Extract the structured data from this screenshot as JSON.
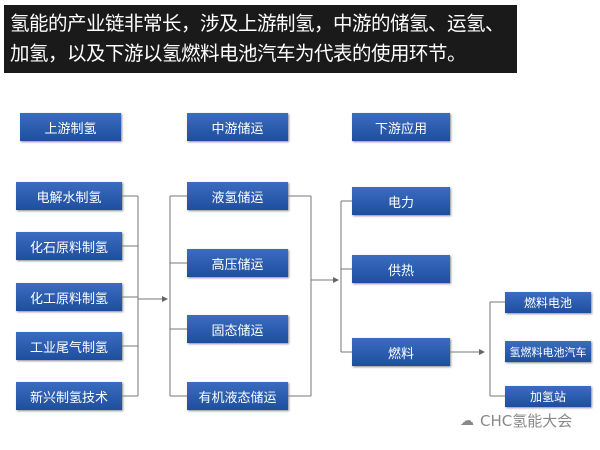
{
  "banner": {
    "line1": "氢能的产业链非常长，涉及上游制氢，中游的储氢、运氢、",
    "line2": "加氢，以及下游以氢燃料电池汽车为代表的使用环节。"
  },
  "headers": {
    "upstream": "上游制氢",
    "midstream": "中游储运",
    "downstream": "下游应用"
  },
  "upstream": [
    "电解水制氢",
    "化石原料制氢",
    "化工原料制氢",
    "工业尾气制氢",
    "新兴制氢技术"
  ],
  "midstream": [
    "液氢储运",
    "高压储运",
    "固态储运",
    "有机液态储运"
  ],
  "downstream": [
    "电力",
    "供热",
    "燃料"
  ],
  "fuel": [
    "燃料电池",
    "氢燃料电池汽车",
    "加氢站"
  ],
  "watermark": "CHC氢能大会"
}
